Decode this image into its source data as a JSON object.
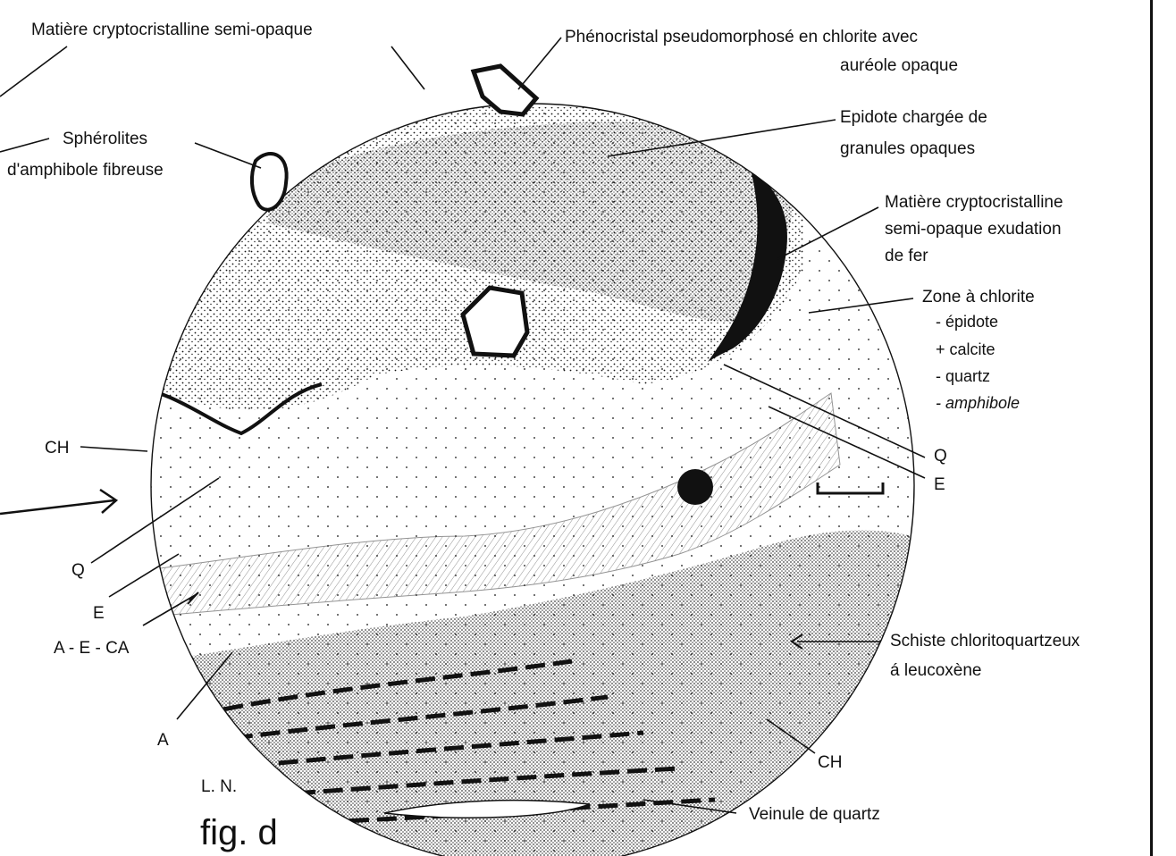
{
  "labels": {
    "top_left": "Matière cryptocristalline semi-opaque",
    "phenocristal_1": "Phénocristal pseudomorphosé en chlorite avec",
    "phenocristal_2": "auréole  opaque",
    "epidote_1": "Epidote chargée de",
    "epidote_2": "granules opaques",
    "spherolites_1": "Sphérolites",
    "spherolites_2": "d'amphibole fibreuse",
    "matiere_right_1": "Matière cryptocristalline",
    "matiere_right_2": "semi-opaque exudation",
    "matiere_right_3": "de fer",
    "zone_title": "Zone à chlorite",
    "zone_item_1": "- épidote",
    "zone_item_2": "+ calcite",
    "zone_item_3": "- quartz",
    "zone_item_4": "- amphibole",
    "q_right": "Q",
    "e_right": "E",
    "ch_left": "CH",
    "q_left": "Q",
    "e_left": "E",
    "aeca": "A - E - CA",
    "a_left": "A",
    "schiste_1": "Schiste chloritoquartzeux",
    "schiste_2": "á leucoxène",
    "ch_right": "CH",
    "ln": "L. N.",
    "veinule": "Veinule de quartz",
    "fig": "fig. d"
  },
  "colors": {
    "ink": "#111111",
    "paper": "#ffffff"
  }
}
